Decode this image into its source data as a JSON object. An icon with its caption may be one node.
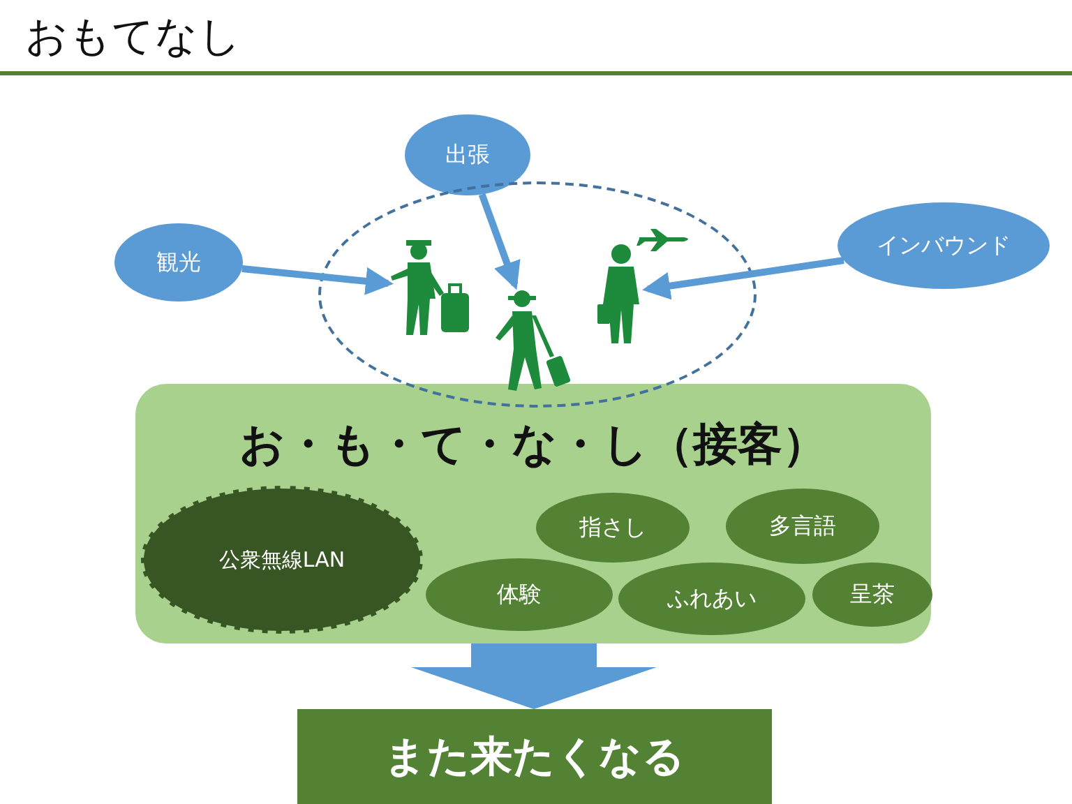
{
  "diagram": {
    "title": "おもてなし",
    "nodes": [
      {
        "text": [
          "観光"
        ]
      },
      {
        "text": [
          "出張"
        ]
      },
      {
        "text": [
          "インバウンド"
        ]
      },
      {
        "text": [],
        "shape": "ellipse"
      },
      {
        "text": [],
        "shape": "person",
        "in": 3
      },
      {
        "text": [],
        "shape": "person",
        "in": 3
      },
      {
        "text": [],
        "shape": "person",
        "in": 3
      },
      {
        "text": [
          "お・も・て・な・し（接客）"
        ]
      },
      {
        "text": [
          "公衆無線LAN"
        ],
        "in": 7
      },
      {
        "text": [
          "指さし"
        ],
        "in": 7
      },
      {
        "text": [
          "多言語"
        ],
        "in": 7
      },
      {
        "text": [
          "体験"
        ],
        "in": 7
      },
      {
        "text": [
          "ふれあい"
        ],
        "in": 7
      },
      {
        "text": [
          "呈茶"
        ],
        "in": 7
      },
      {
        "text": [
          "また来たくなる"
        ]
      }
    ],
    "edges": [
      {
        "from": 0,
        "to": 4,
        "arrow": "to"
      },
      {
        "from": 1,
        "to": 5,
        "arrow": "to"
      },
      {
        "from": 2,
        "to": 6,
        "arrow": "to"
      },
      {
        "from": 7,
        "to": 14,
        "arrow": "to",
        "style": "thick"
      }
    ]
  }
}
